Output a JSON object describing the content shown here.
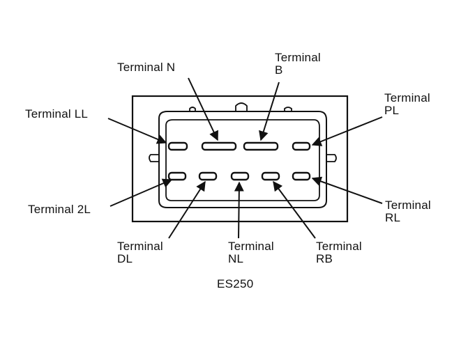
{
  "labels": {
    "terminal_n": "Terminal N",
    "terminal_b_line1": "Terminal",
    "terminal_b_line2": "B",
    "terminal_ll": "Terminal LL",
    "terminal_pl_line1": "Terminal",
    "terminal_pl_line2": "PL",
    "terminal_2l": "Terminal 2L",
    "terminal_rl_line1": "Terminal",
    "terminal_rl_line2": "RL",
    "terminal_dl_line1": "Terminal",
    "terminal_dl_line2": "DL",
    "terminal_nl_line1": "Terminal",
    "terminal_nl_line2": "NL",
    "terminal_rb_line1": "Terminal",
    "terminal_rb_line2": "RB"
  },
  "caption": "ES250",
  "colors": {
    "ink": "#111111",
    "background": "#ffffff"
  }
}
